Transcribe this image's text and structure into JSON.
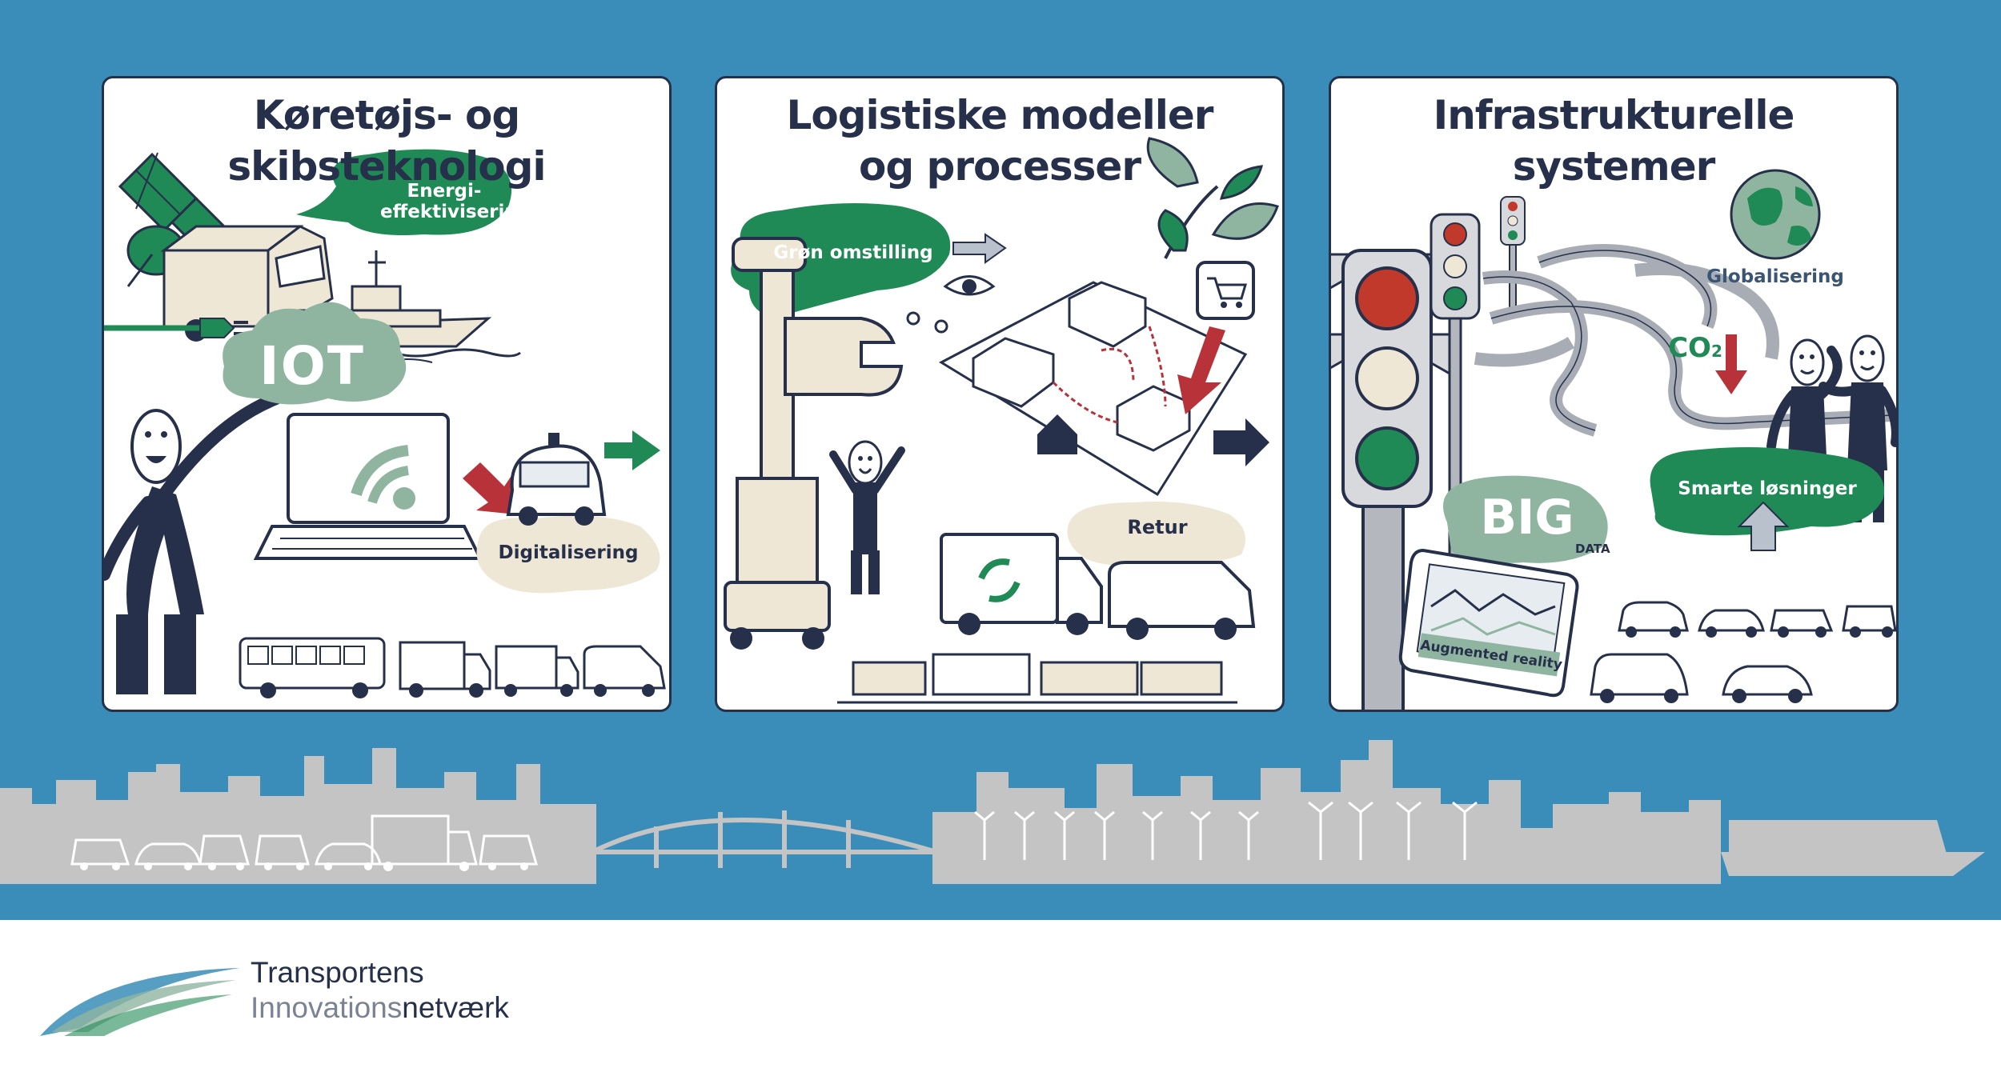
{
  "panels": [
    {
      "title_lines": [
        "Køretøjs- og skibsteknologi"
      ],
      "labels": {
        "energy": [
          "Energi-",
          "effektivisering"
        ],
        "iot": "IOT",
        "digital": "Digitalisering"
      }
    },
    {
      "title_lines": [
        "Logistiske modeller",
        "og processer"
      ],
      "labels": {
        "green": "Grøn omstilling",
        "return": "Retur"
      }
    },
    {
      "title_lines": [
        "Infrastrukturelle",
        "systemer"
      ],
      "labels": {
        "global": "Globalisering",
        "co2_main": "CO",
        "co2_sub": "2",
        "big": "BIG",
        "data": "DATA",
        "ar": "Augmented reality",
        "smart": "Smarte løsninger"
      }
    }
  ],
  "logo": {
    "line1": "Transportens",
    "line2_light": "Innovations",
    "line2_bold": "netværk"
  },
  "colors": {
    "background_blue": "#3a8db8",
    "ink": "#26304a",
    "green": "#1f8a55",
    "sage": "#8fb5a0",
    "beige": "#efe7d6",
    "skyline": "#c4c4c4",
    "arrow_red": "#b8323a",
    "traffic_red": "#c0392b",
    "traffic_green": "#1f8a55"
  },
  "icons": [
    "satellite-icon",
    "truck-icon",
    "ship-icon",
    "plug-icon",
    "stick-figure-icon",
    "wifi-laptop-icon",
    "self-driving-car-icon",
    "robot-arm-icon",
    "leaf-icon",
    "shopping-cart-icon",
    "warehouse-icon",
    "eye-icon",
    "recycling-truck-icon",
    "van-icon",
    "traffic-light-icon",
    "highway-interchange-icon",
    "globe-icon",
    "tablet-icon",
    "car-icon",
    "wind-turbine-icon",
    "bridge-icon",
    "container-ship-icon"
  ]
}
